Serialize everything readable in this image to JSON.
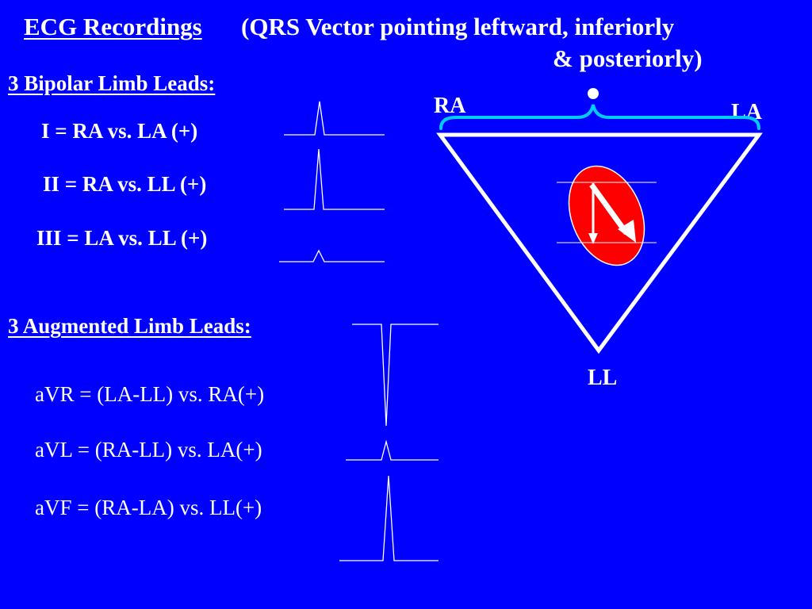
{
  "title": {
    "main": "ECG  Recordings",
    "sub_line1": "(QRS Vector pointing leftward, inferiorly",
    "sub_line2": "& posteriorly)"
  },
  "bipolar": {
    "heading": "3 Bipolar Limb Leads:",
    "leads": [
      {
        "label": "I = RA vs. LA (+)"
      },
      {
        "label": "II = RA vs. LL (+)"
      },
      {
        "label": "III = LA vs. LL (+)"
      }
    ]
  },
  "augmented": {
    "heading": "3 Augmented Limb Leads:",
    "leads": [
      {
        "label": "aVR = (LA-LL) vs. RA(+)"
      },
      {
        "label": "aVL = (RA-LL) vs. LA(+)"
      },
      {
        "label": "aVF = (RA-LA) vs. LL(+)"
      }
    ]
  },
  "diagram": {
    "nodes": {
      "ra": "RA",
      "la": "LA",
      "ll": "LL"
    },
    "colors": {
      "background": "#0000ff",
      "lines": "#ffffff",
      "bracket": "#00ccff",
      "heart": "#ff0000"
    }
  }
}
